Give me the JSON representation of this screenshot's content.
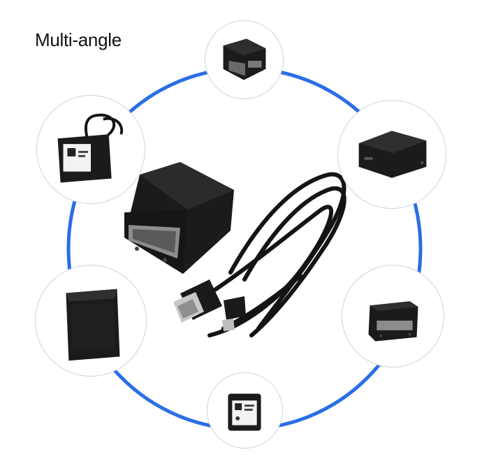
{
  "title": "Multi-angle",
  "colors": {
    "ring": "#2a6ee6",
    "device": "#1b1b1b",
    "device_edge": "#3a3a3a",
    "window": "#8c8c8c",
    "cable": "#141414",
    "connector_metal": "#c8c8c8"
  },
  "views": [
    {
      "name": "top-front-view"
    },
    {
      "name": "right-side-view"
    },
    {
      "name": "front-window-view"
    },
    {
      "name": "bottom-label-view"
    },
    {
      "name": "back-view"
    },
    {
      "name": "rear-cable-view"
    }
  ],
  "center": {
    "name": "scanner-with-usb-cable"
  }
}
